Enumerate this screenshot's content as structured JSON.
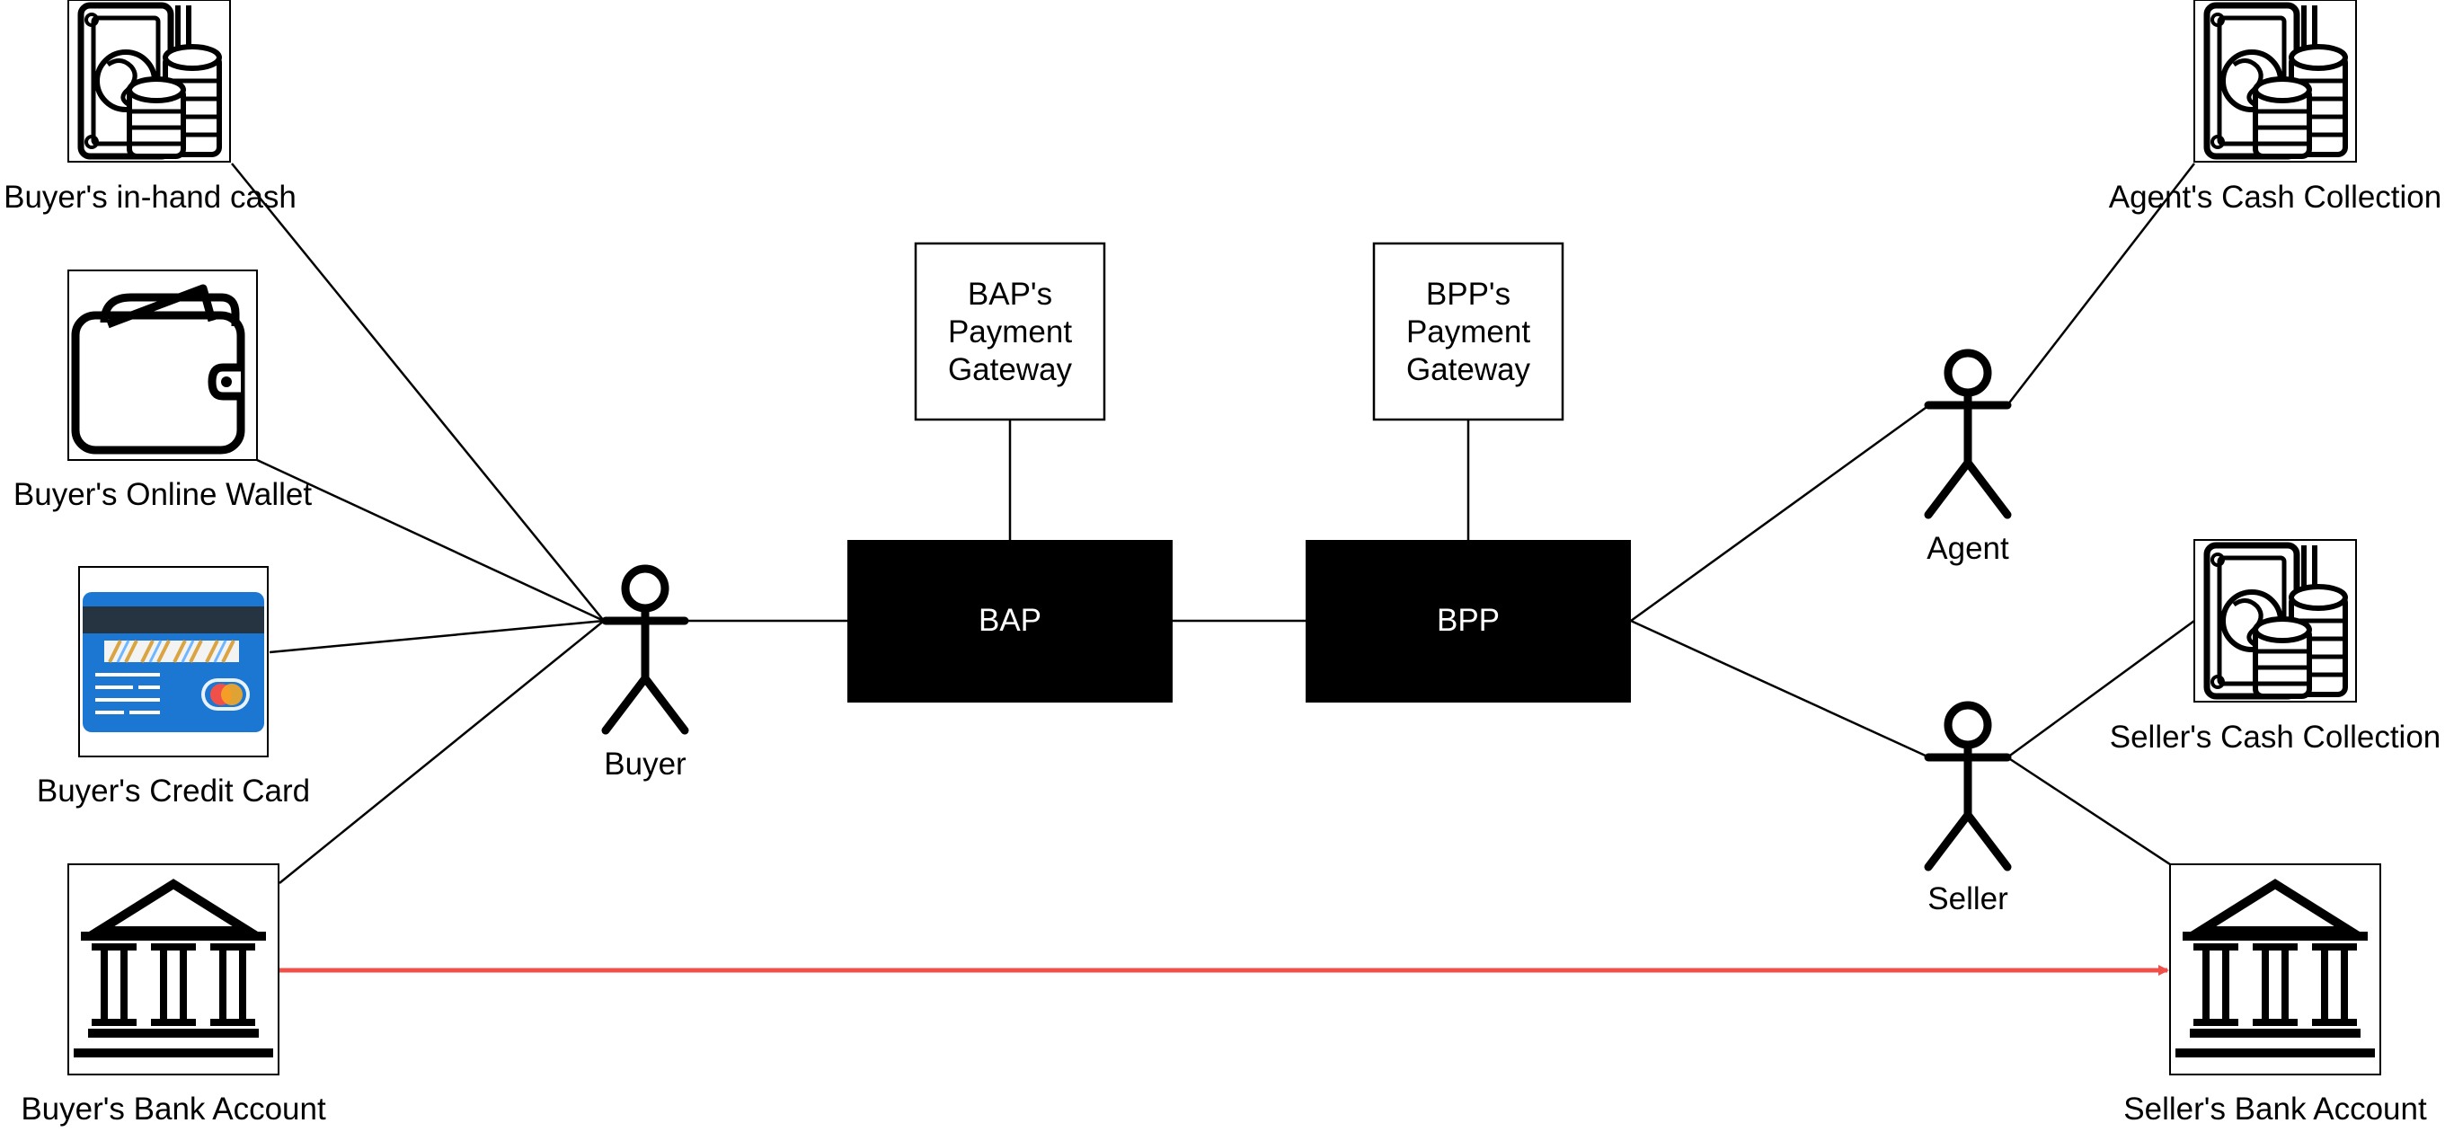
{
  "labels": {
    "buyer_cash": "Buyer's in-hand cash",
    "buyer_wallet": "Buyer's Online Wallet",
    "buyer_card": "Buyer's Credit Card",
    "buyer_bank": "Buyer's Bank Account",
    "buyer": "Buyer",
    "bap": "BAP",
    "bpp": "BPP",
    "bap_gateway": "BAP's Payment Gateway",
    "bpp_gateway": "BPP's Payment Gateway",
    "agent": "Agent",
    "seller": "Seller",
    "agent_cash": "Agent's Cash Collection",
    "seller_cash": "Seller's Cash Collection",
    "seller_bank": "Seller's Bank Account"
  },
  "icons": {
    "cash": "cash-icon",
    "wallet": "wallet-icon",
    "card": "credit-card-icon",
    "bank": "bank-icon",
    "actor": "stick-figure-icon"
  },
  "colors": {
    "transfer_arrow": "#f0504a",
    "card_blue": "#1b77d2",
    "node_fill": "#000000"
  }
}
